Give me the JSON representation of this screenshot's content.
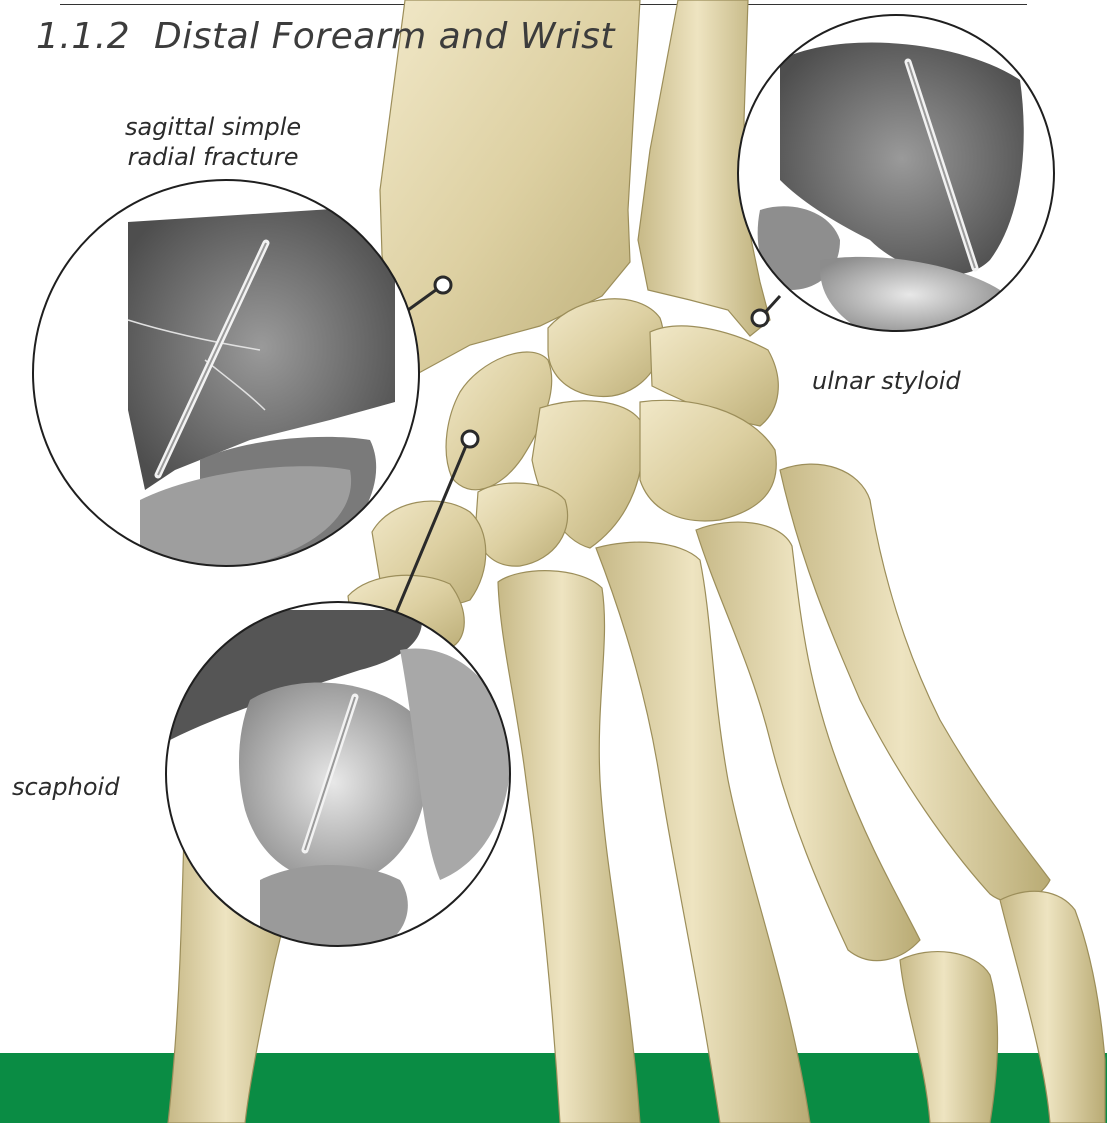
{
  "page": {
    "section_number": "1.1.2",
    "section_title": "Distal Forearm and Wrist"
  },
  "callouts": {
    "radial_line1": "sagittal simple",
    "radial_line2": "radial fracture",
    "ulnar": "ulnar styloid",
    "scaphoid": "scaphoid"
  },
  "colors": {
    "footer_band": "#0a8c44",
    "bone_light": "#efe6c4",
    "bone_mid": "#d9cb9a",
    "bone_dark": "#b4a66f",
    "xray_dark": "#4f4f4f",
    "xray_mid": "#8a8a8a",
    "xray_light": "#d9d9d9"
  },
  "icons": {
    "screw": "compression-screw-icon",
    "marker": "callout-marker-icon"
  }
}
